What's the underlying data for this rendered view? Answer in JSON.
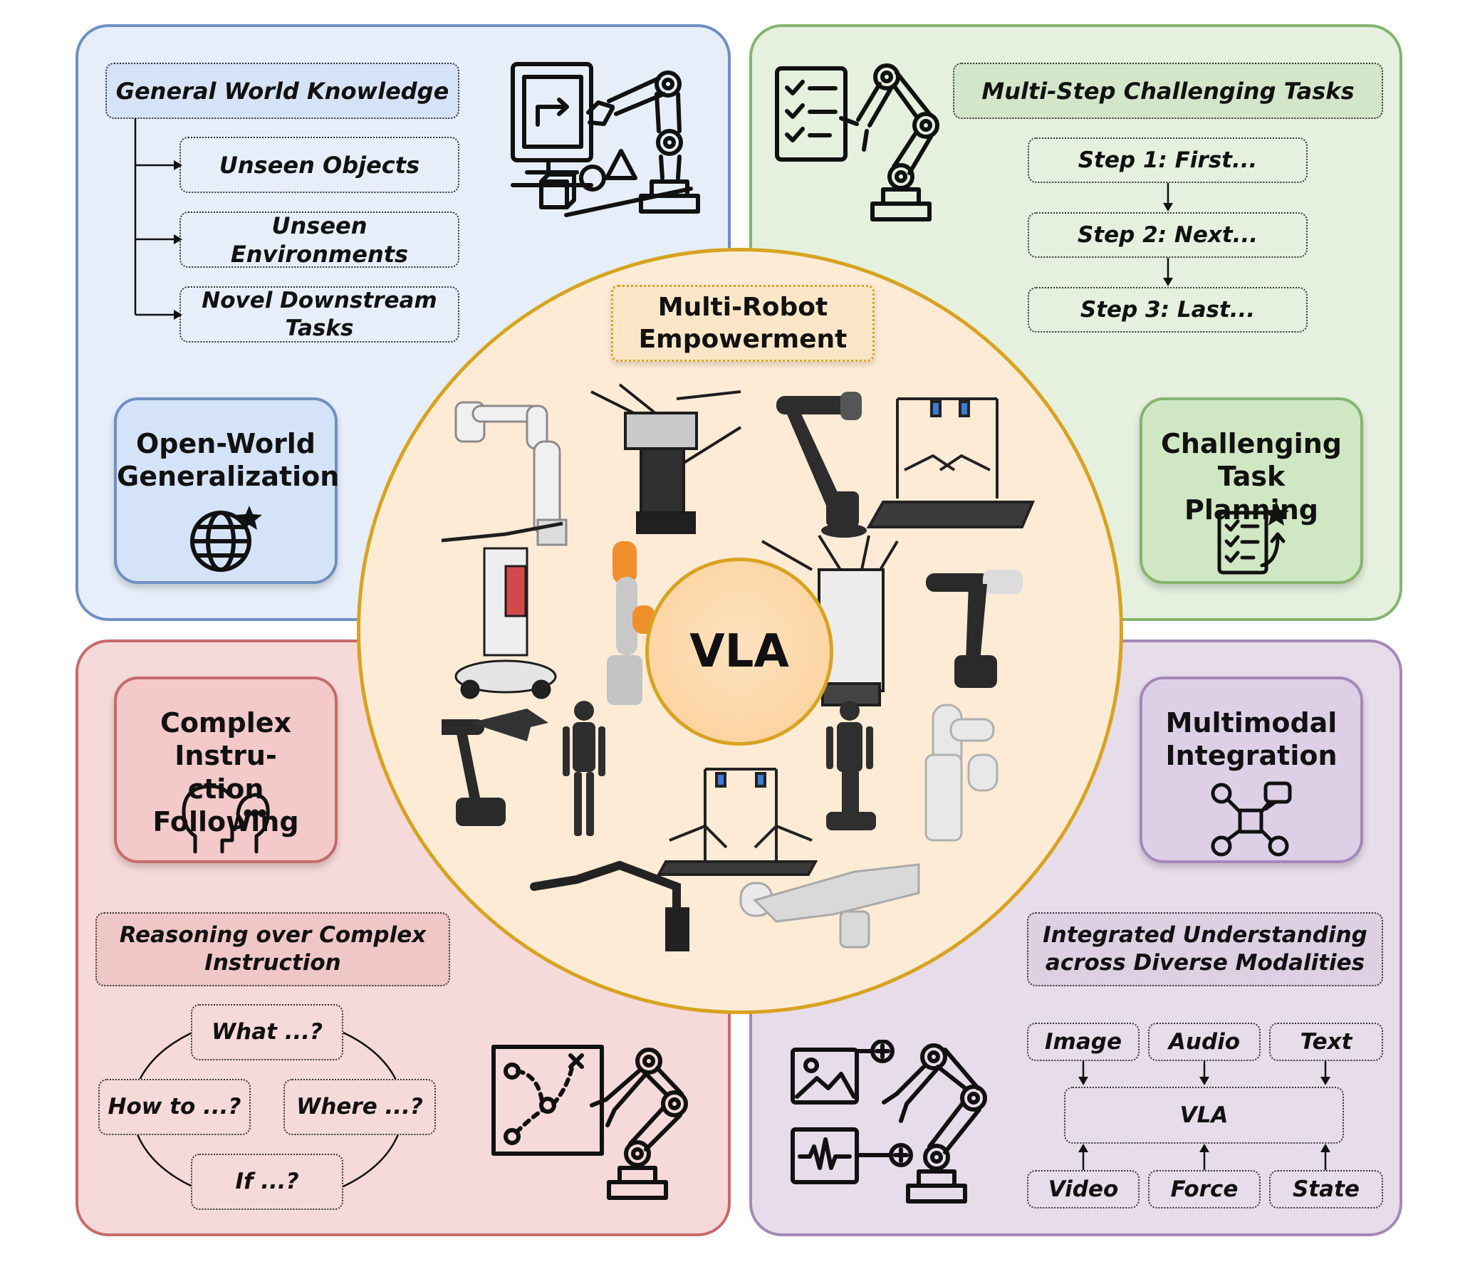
{
  "center_label": "VLA",
  "multi_robot_label": "Multi-Robot\nEmpowerment",
  "quadrants": {
    "open_world": {
      "card_title": "Open-World\nGeneralization",
      "header": "General World Knowledge",
      "items": [
        "Unseen Objects",
        "Unseen Environments",
        "Novel Downstream Tasks"
      ],
      "icons": [
        "globe-star-icon",
        "robot-arm-computer-icon"
      ]
    },
    "task_planning": {
      "card_title": "Challenging Task\nPlanning",
      "header": "Multi-Step Challenging Tasks",
      "steps": [
        "Step 1: First...",
        "Step 2: Next...",
        "Step 3: Last..."
      ],
      "icons": [
        "checklist-star-icon",
        "robot-arm-checklist-icon"
      ]
    },
    "instruction": {
      "card_title": "Complex Instru-\nction Following",
      "header": "Reasoning over Complex\nInstruction",
      "questions": [
        "What ...?",
        "How to ...?",
        "Where ...?",
        "If ...?"
      ],
      "icons": [
        "head-speech-icon",
        "robot-arm-map-icon"
      ]
    },
    "multimodal": {
      "card_title": "Multimodal\nIntegration",
      "header": "Integrated Understanding\nacross Diverse Modalities",
      "inputs_top": [
        "Image",
        "Audio",
        "Text"
      ],
      "core": "VLA",
      "inputs_bottom": [
        "Video",
        "Force",
        "State"
      ],
      "icons": [
        "network-nodes-icon",
        "robot-arm-media-icon"
      ]
    }
  },
  "robots": [
    "robot-arm-white",
    "dual-arm-mobile-platform",
    "robot-arm-black",
    "dual-arm-table-rig",
    "mobile-manipulator-white",
    "robot-arm-orange",
    "multi-arm-mobile-base",
    "robot-arm-gripper-black",
    "robot-arm-dark",
    "humanoid-robot",
    "wheeled-humanoid",
    "robot-arm-light",
    "dual-arm-gantry",
    "long-arm-black",
    "kinova-arm"
  ],
  "colors": {
    "blue": "#e6eef9",
    "green": "#e5f0df",
    "red": "#f6d9d9",
    "purple": "#e7dcea",
    "gold": "#d7a320"
  }
}
